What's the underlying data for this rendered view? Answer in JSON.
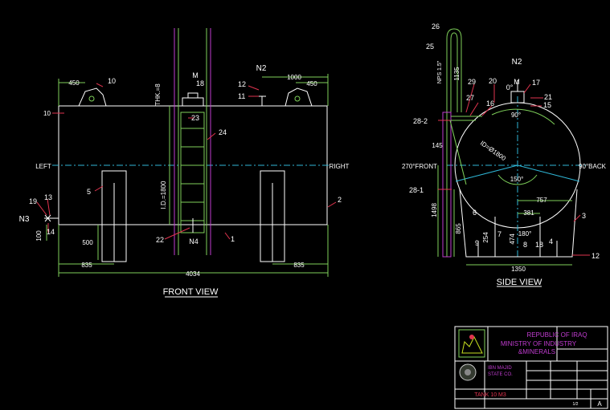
{
  "front_view": {
    "title": "FRONT VIEW",
    "labels": {
      "left": "LEFT",
      "right": "RIGHT",
      "n2": "N2",
      "n3": "N3",
      "n4": "N4",
      "m": "M",
      "thk": "THK.=8",
      "id": "I.D.=1800"
    },
    "dims": {
      "d450a": "450",
      "d1000": "1000",
      "d450b": "450",
      "d500": "500",
      "d835a": "835",
      "d835b": "835",
      "d4034": "4034",
      "d100": "100"
    },
    "callouts": {
      "c10a": "10",
      "c10b": "10",
      "c18": "18",
      "c12": "12",
      "c11": "11",
      "c23": "23",
      "c24": "24",
      "c5": "5",
      "c19": "19",
      "c13": "13",
      "c14": "14",
      "c22": "22",
      "c1": "1",
      "c2": "2"
    }
  },
  "side_view": {
    "title": "SIDE VIEW",
    "labels": {
      "n2": "N2",
      "m": "M",
      "deg0": "0°",
      "deg90": "90°",
      "deg150": "150°",
      "deg180": "180°",
      "front": "270°FRONT",
      "back": "90°BACK",
      "id": "ID=Ø1800",
      "pipe": "NPS 1.5\""
    },
    "dims": {
      "d1135": "1135",
      "d145": "145",
      "d1498": "1498",
      "d865": "865",
      "d254": "254",
      "d474": "474",
      "d381": "381",
      "d757": "757",
      "d1350": "1350"
    },
    "callouts": {
      "c26": "26",
      "c25": "25",
      "c29": "29",
      "c20": "20",
      "c17": "17",
      "c27": "27",
      "c16": "16",
      "c21": "21",
      "c15": "15",
      "c28_2": "28-2",
      "c28_1": "28-1",
      "c6": "6",
      "c3": "3",
      "c9": "9",
      "c7": "7",
      "c8": "8",
      "c18": "18",
      "c4": "4",
      "c12": "12"
    }
  },
  "title_block": {
    "republic": "REPUBLIC OF IRAQ",
    "ministry": "MINISTRY   OF  INDUSTRY",
    "minerals": "&MINERALS",
    "company": "IBN MAJID",
    "company2": "STATE CO.",
    "drawing_title": "TANK 10 M3",
    "sheet": "1/2",
    "rev": "A"
  }
}
